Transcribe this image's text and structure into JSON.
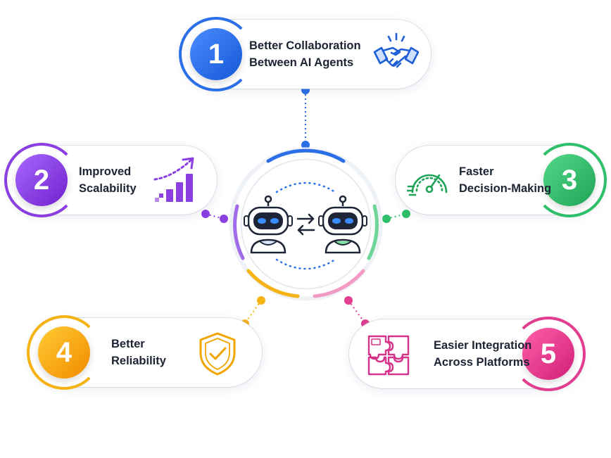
{
  "hub": {
    "agents": [
      "robot-left",
      "robot-right"
    ],
    "exchange_icon": "swap-arrows"
  },
  "items": [
    {
      "number": "1",
      "line1": "Better Collaboration",
      "line2": "Between AI Agents",
      "icon": "handshake-icon",
      "color": "#2b6fe8"
    },
    {
      "number": "2",
      "line1": "Improved",
      "line2": "Scalability",
      "icon": "growth-chart-icon",
      "color": "#8b3fe0"
    },
    {
      "number": "3",
      "line1": "Faster",
      "line2": "Decision-Making",
      "icon": "speedometer-icon",
      "color": "#2fbf6a"
    },
    {
      "number": "4",
      "line1": "Better",
      "line2": "Reliability",
      "icon": "shield-check-icon",
      "color": "#f5b315"
    },
    {
      "number": "5",
      "line1": "Easier Integration",
      "line2": "Across Platforms",
      "icon": "puzzle-icon",
      "color": "#e23d8f"
    }
  ]
}
